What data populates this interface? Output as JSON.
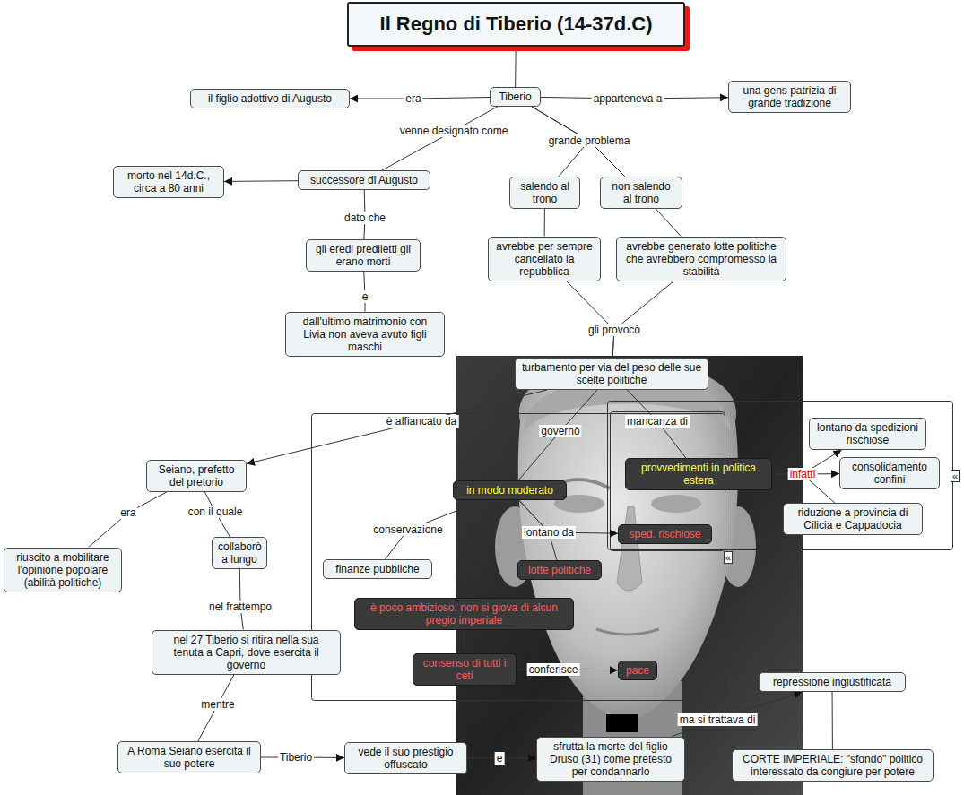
{
  "diagram": {
    "nodes": [
      {
        "text": [
          "Il Regno di Tiberio (14-37d.C)"
        ]
      },
      {
        "text": [
          "Tiberio"
        ]
      },
      {
        "text": [
          "il figlio adottivo di Augusto"
        ]
      },
      {
        "text": [
          "una gens patrizia di grande tradizione"
        ]
      },
      {
        "text": [
          "successore di Augusto"
        ]
      },
      {
        "text": [
          "morto nel 14d.C., circa a 80 anni"
        ]
      },
      {
        "text": [
          "gli eredi prediletti gli erano morti"
        ]
      },
      {
        "text": [
          "dall'ultimo matrimonio con Livia non aveva avuto figli maschi"
        ]
      },
      {
        "text": [
          "salendo al trono"
        ]
      },
      {
        "text": [
          "non salendo al trono"
        ]
      },
      {
        "text": [
          "avrebbe per sempre cancellato la repubblica"
        ]
      },
      {
        "text": [
          "avrebbe generato lotte politiche che avrebbero compromesso la stabilità"
        ]
      },
      {
        "text": [
          "turbamento per via del peso delle sue scelte politiche"
        ]
      },
      {
        "text": [
          "Seiano, prefetto del pretorio"
        ]
      },
      {
        "text": [
          "riuscito a mobilitare l'opinione popolare (abilità politiche)"
        ]
      },
      {
        "text": [
          "collaborò a lungo"
        ]
      },
      {
        "text": [
          "nel 27 Tiberio si ritira nella sua tenuta a Capri, dove esercita il governo"
        ]
      },
      {
        "text": [
          "A Roma Seiano esercita il suo potere"
        ]
      },
      {
        "text": [
          "vede il suo prestigio offuscato"
        ]
      },
      {
        "text": [
          "sfrutta la morte del figlio Druso (31) come pretesto per condannarlo"
        ]
      },
      {
        "text": [
          "CORTE IMPERIALE: \"sfondo\" politico interessato da congiure per potere"
        ]
      },
      {
        "text": [
          "repressione ingiustificata"
        ]
      },
      {
        "text": [
          "in modo moderato"
        ]
      },
      {
        "text": [
          "finanze pubbliche"
        ]
      },
      {
        "text": [
          "sped. rischiose"
        ]
      },
      {
        "text": [
          "lotte politiche"
        ]
      },
      {
        "text": [
          "è poco ambizioso: non si giova di alcun pregio imperiale"
        ]
      },
      {
        "text": [
          "consenso di tutti i ceti"
        ]
      },
      {
        "text": [
          "pace"
        ]
      },
      {
        "text": [
          "provvedimenti in politica estera"
        ]
      },
      {
        "text": [
          "lontano da spedizioni rischiose"
        ]
      },
      {
        "text": [
          "consolidamento confini"
        ]
      },
      {
        "text": [
          "riduzione a provincia di Cilicia e Cappadocia"
        ]
      }
    ],
    "edges": [
      {
        "from": 0,
        "to": 1,
        "arrow": "none"
      },
      {
        "from": 1,
        "to": 2,
        "label": "era",
        "arrow": "to"
      },
      {
        "from": 1,
        "to": 3,
        "label": "apparteneva a",
        "arrow": "to"
      },
      {
        "from": 1,
        "to": 4,
        "label": "venne designato come",
        "arrow": "none"
      },
      {
        "from": 4,
        "to": 5,
        "arrow": "to"
      },
      {
        "from": 4,
        "to": 6,
        "label": "dato che",
        "arrow": "none"
      },
      {
        "from": 6,
        "to": 7,
        "label": "e",
        "arrow": "none"
      },
      {
        "from": 1,
        "to": 8,
        "label": "grande problema",
        "arrow": "none"
      },
      {
        "from": 1,
        "to": 9,
        "arrow": "none"
      },
      {
        "from": 8,
        "to": 10,
        "arrow": "none"
      },
      {
        "from": 9,
        "to": 11,
        "arrow": "none"
      },
      {
        "from": 10,
        "to": 12,
        "label": "gli provocò",
        "arrow": "none"
      },
      {
        "from": 11,
        "to": 12,
        "arrow": "none"
      },
      {
        "from": 12,
        "to": 13,
        "label": "è affiancato da",
        "arrow": "to"
      },
      {
        "from": 13,
        "to": 14,
        "label": "era",
        "arrow": "none"
      },
      {
        "from": 13,
        "to": 15,
        "label": "con il quale",
        "arrow": "none"
      },
      {
        "from": 15,
        "to": 16,
        "label": "nel frattempo",
        "arrow": "none"
      },
      {
        "from": 16,
        "to": 17,
        "label": "mentre",
        "arrow": "none"
      },
      {
        "from": 17,
        "to": 18,
        "label": "Tiberio",
        "arrow": "to"
      },
      {
        "from": 18,
        "to": 19,
        "label": "e",
        "arrow": "to"
      },
      {
        "from": 19,
        "to": 21,
        "label": "ma si trattava di",
        "arrow": "to"
      },
      {
        "from": 20,
        "to": 21,
        "arrow": "none"
      },
      {
        "from": 12,
        "to": 22,
        "label": "governò",
        "arrow": "none"
      },
      {
        "from": 22,
        "to": 23,
        "label": "conservazione",
        "arrow": "none"
      },
      {
        "from": 22,
        "to": 24,
        "label": "lontano da",
        "arrow": "to"
      },
      {
        "from": 22,
        "to": 25,
        "arrow": "none"
      },
      {
        "from": 22,
        "to": 26,
        "arrow": "none"
      },
      {
        "from": 26,
        "to": 27,
        "arrow": "none"
      },
      {
        "from": 27,
        "to": 28,
        "label": "conferisce",
        "arrow": "to"
      },
      {
        "from": 12,
        "to": 29,
        "label": "mancanza di",
        "arrow": "none"
      },
      {
        "from": 29,
        "to": 30,
        "label": "infatti",
        "arrow": "to"
      },
      {
        "from": 29,
        "to": 31,
        "arrow": "to"
      },
      {
        "from": 29,
        "to": 32,
        "arrow": "none"
      }
    ],
    "labels": [
      "«",
      "«"
    ]
  }
}
